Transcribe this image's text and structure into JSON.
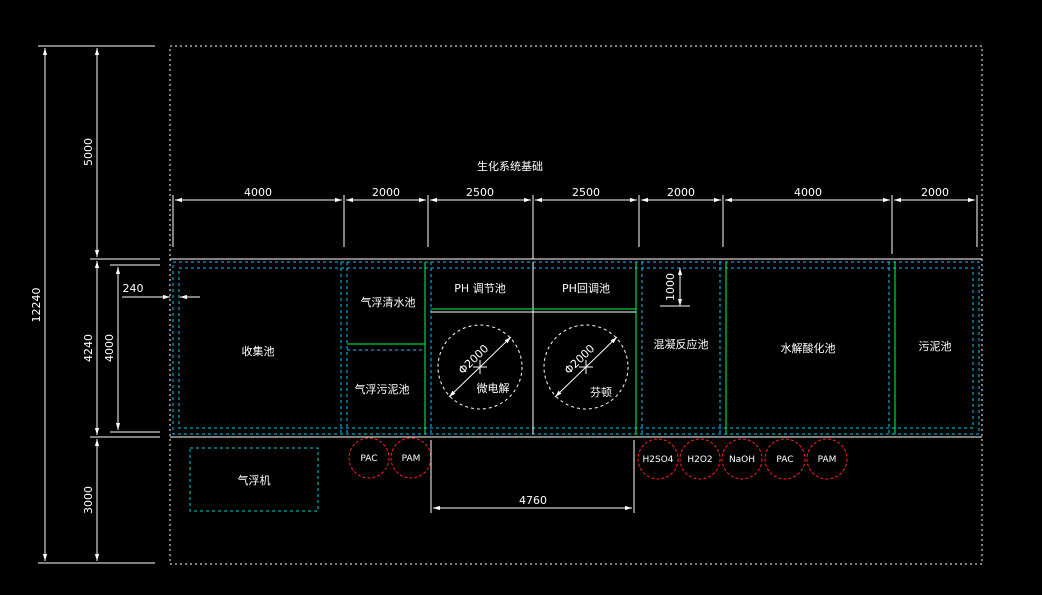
{
  "drawing": {
    "title": "生化系统基础",
    "colors": {
      "background": "#000000",
      "outline": "#ffffff",
      "wall": "#00c8ff",
      "green": "#00ff40",
      "dosing": "#ff2020",
      "frame": "#00d0c8"
    },
    "overall_dims": {
      "total": "12240",
      "top": "5000",
      "middle": "4240",
      "bottom": "3000",
      "inner_height": "4000",
      "wall": "240",
      "reactor_offset": "1000",
      "bottom_span": "4760"
    },
    "top_dims": [
      "4000",
      "2000",
      "2500",
      "2500",
      "2000",
      "4000",
      "2000"
    ],
    "tanks": {
      "collection": "收集池",
      "flotation_clear": "气浮清水池",
      "flotation_sludge": "气浮污泥池",
      "ph_adjust": "PH 调节池",
      "ph_back": "PH回调池",
      "coagulation": "混凝反应池",
      "hydrolysis": "水解酸化池",
      "sludge": "污泥池"
    },
    "reactors": [
      {
        "dim": "Φ2000",
        "label": "微电解"
      },
      {
        "dim": "Φ2000",
        "label": "芬顿"
      }
    ],
    "flotation_machine": "气浮机",
    "dosing_left": [
      "PAC",
      "PAM"
    ],
    "dosing_right": [
      "H2SO4",
      "H2O2",
      "NaOH",
      "PAC",
      "PAM"
    ]
  }
}
